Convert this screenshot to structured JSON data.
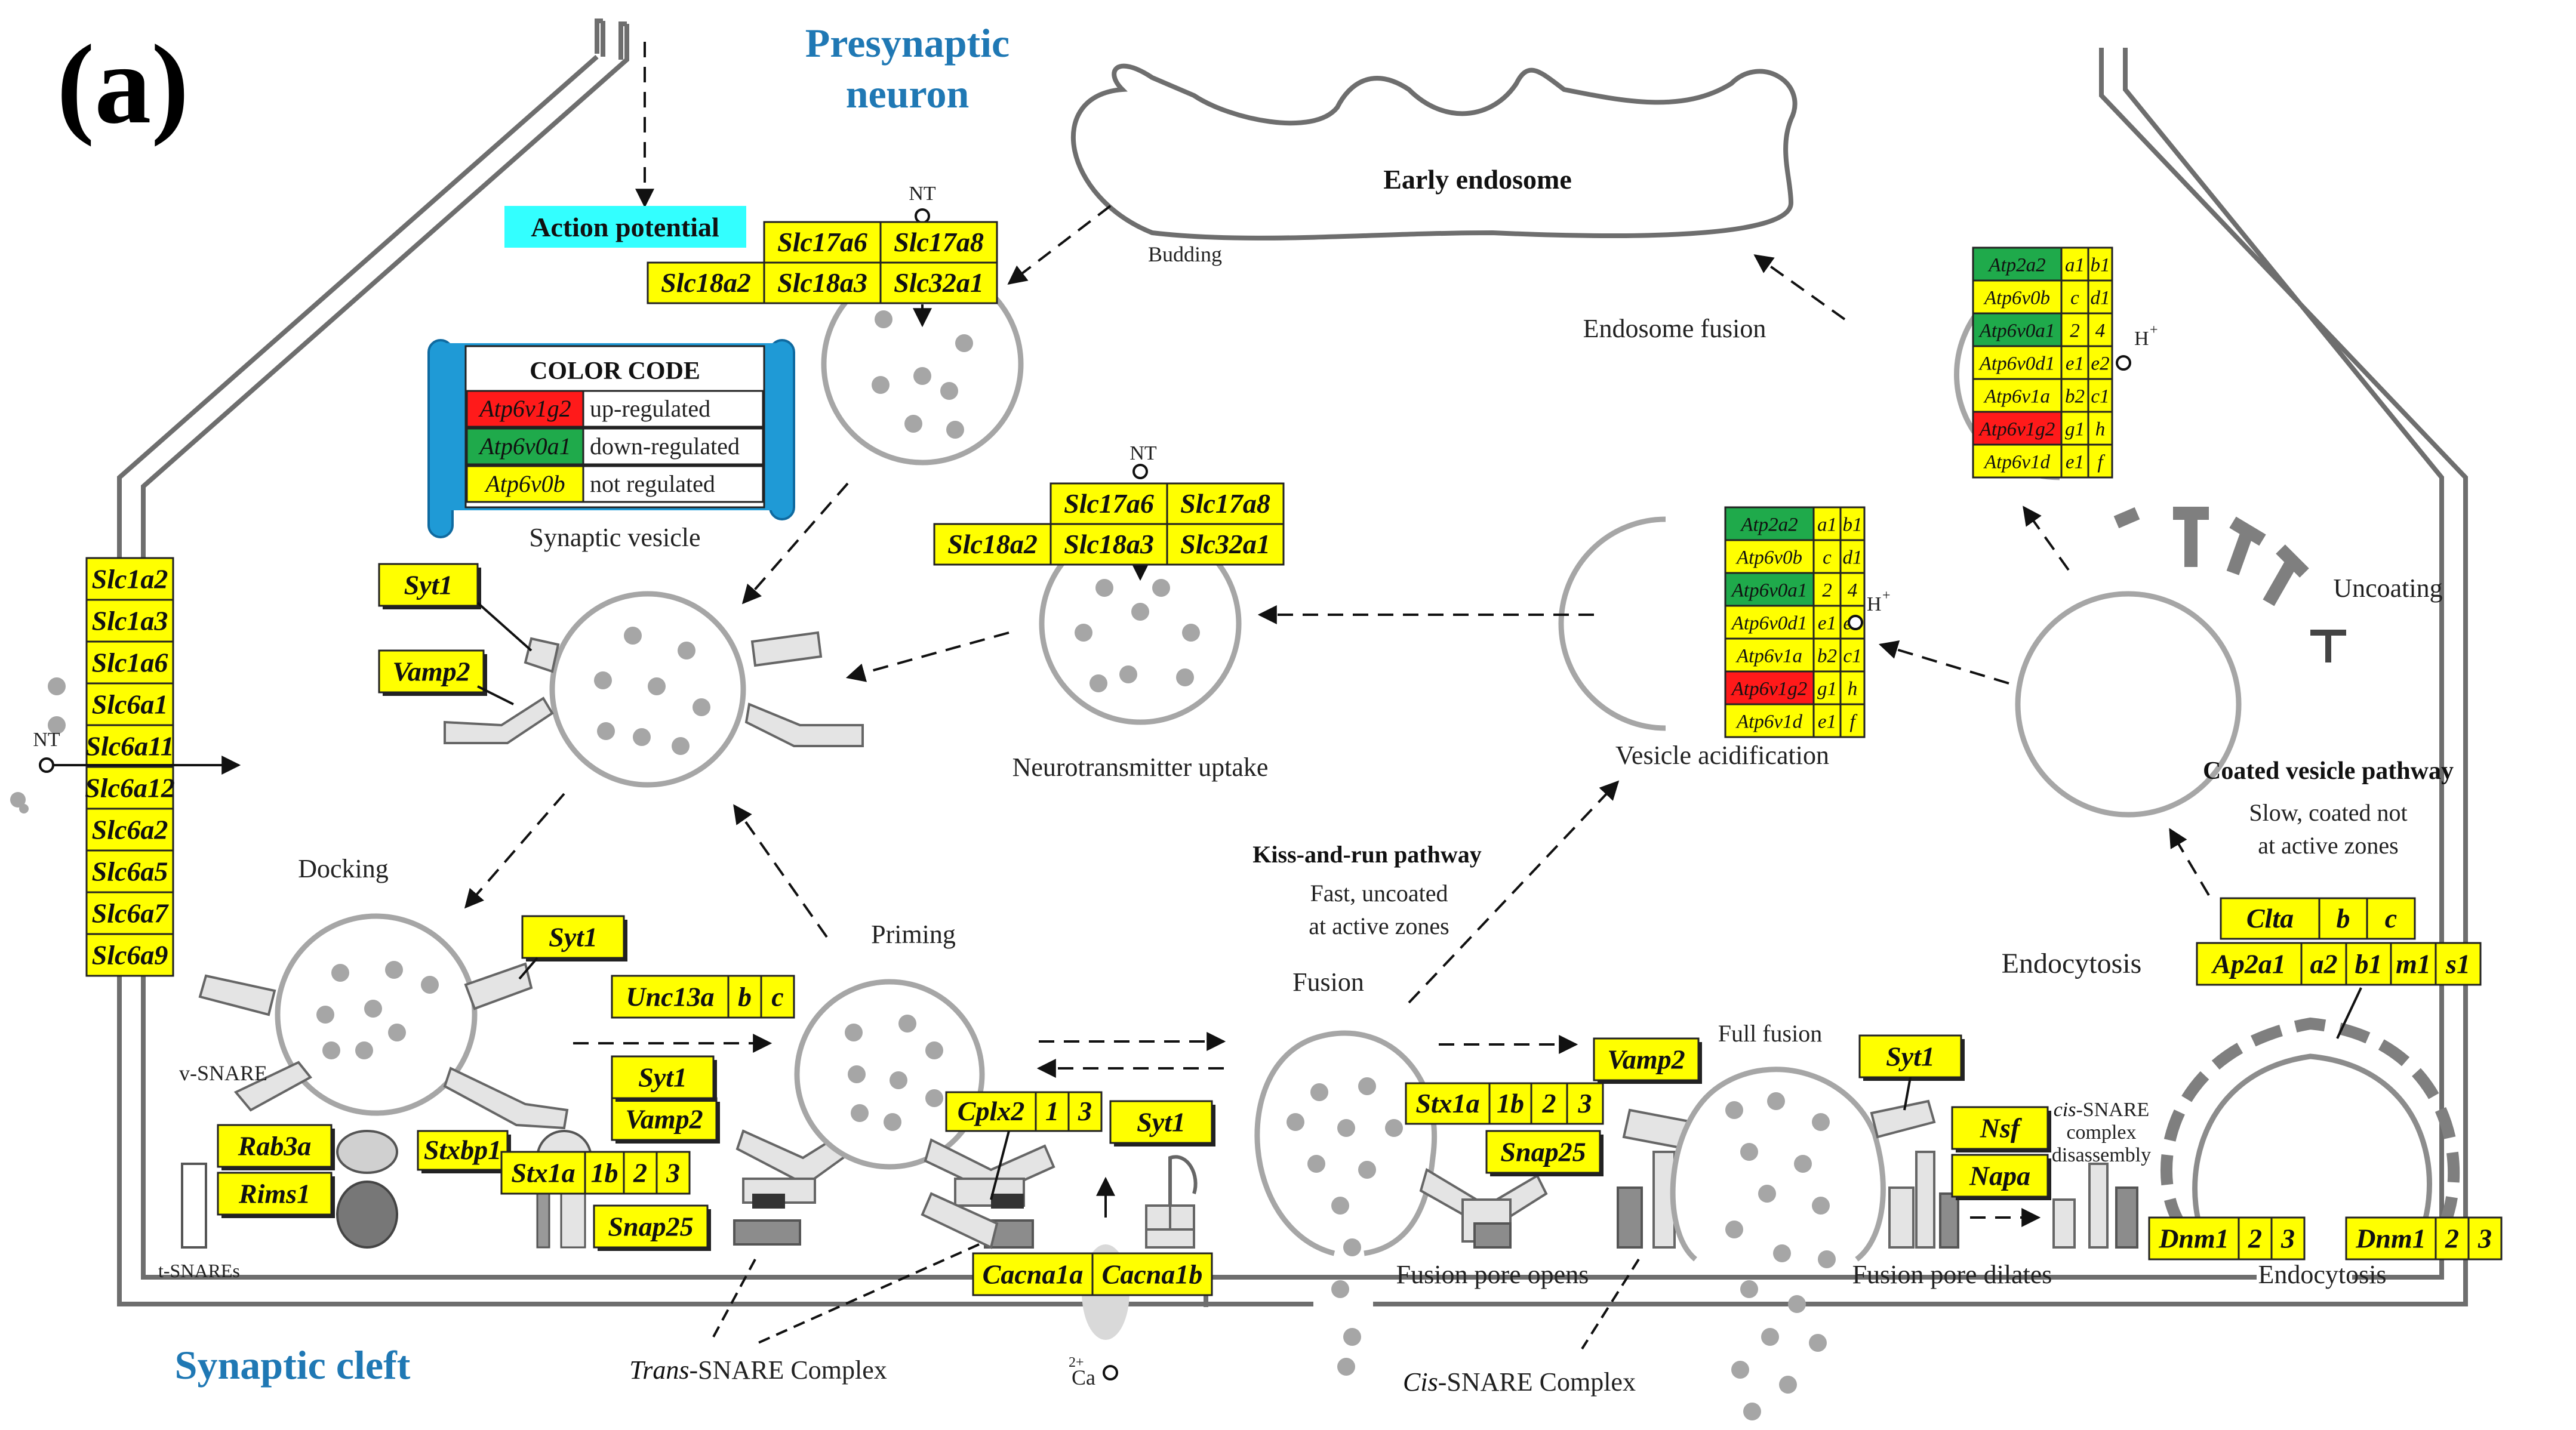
{
  "panel_label": "(a)",
  "titles": {
    "presynaptic_line1": "Presynaptic",
    "presynaptic_line2": "neuron",
    "synaptic_cleft": "Synaptic cleft"
  },
  "colors": {
    "up": "#ff1a1a",
    "down": "#1faa4b",
    "none": "#ffff00",
    "title_blue": "#1f78b4",
    "action_potential_bg": "#33ffff",
    "legend_scroll": "#1f9ad6"
  },
  "legend": {
    "title": "COLOR CODE",
    "rows": [
      {
        "gene": "Atp6v1g2",
        "status": "up",
        "label": "up-regulated"
      },
      {
        "gene": "Atp6v0a1",
        "status": "down",
        "label": "down-regulated"
      },
      {
        "gene": "Atp6v0b",
        "status": "none",
        "label": "not regulated"
      }
    ]
  },
  "labels": {
    "action_potential": "Action potential",
    "early_endosome": "Early endosome",
    "budding": "Budding",
    "endosome_fusion": "Endosome fusion",
    "synaptic_vesicle": "Synaptic vesicle",
    "neurotransmitter_uptake": "Neurotransmitter uptake",
    "vesicle_acidification": "Vesicle acidification",
    "uncoating": "Uncoating",
    "coated_vesicle_pathway": "Coated vesicle pathway",
    "coated_desc_1": "Slow, coated not",
    "coated_desc_2": "at active zones",
    "kiss_and_run": "Kiss-and-run pathway",
    "kiss_desc_1": "Fast, uncoated",
    "kiss_desc_2": "at active zones",
    "docking": "Docking",
    "priming": "Priming",
    "fusion": "Fusion",
    "full_fusion": "Full fusion",
    "endocytosis_upper": "Endocytosis",
    "endocytosis_lower": "Endocytosis",
    "v_snare": "v-SNARE",
    "t_snares": "t-SNAREs",
    "fusion_pore_opens": "Fusion pore opens",
    "fusion_pore_dilates": "Fusion pore dilates",
    "trans_snare_italic": "Trans",
    "trans_snare_rest": "-SNARE Complex",
    "cis_snare_italic": "Cis",
    "cis_snare_rest": "-SNARE Complex",
    "cis_disassembly_1": "cis",
    "cis_disassembly_1b": "-SNARE",
    "cis_disassembly_2": "complex",
    "cis_disassembly_3": "disassembly",
    "nt_top": "NT",
    "nt_mid": "NT",
    "nt_left": "NT",
    "h_plus_1": "H",
    "h_plus_2": "H",
    "plus": "+",
    "ca": "Ca",
    "ca_charge": "2+"
  },
  "genes": {
    "vglut_top": [
      [
        "Slc17a6",
        "Slc17a8"
      ],
      [
        "Slc18a2",
        "Slc18a3",
        "Slc32a1"
      ]
    ],
    "vglut_mid": [
      [
        "Slc17a6",
        "Slc17a8"
      ],
      [
        "Slc18a2",
        "Slc18a3",
        "Slc32a1"
      ]
    ],
    "transporters": [
      "Slc1a2",
      "Slc1a3",
      "Slc1a6",
      "Slc6a1",
      "Slc6a11",
      "Slc6a12",
      "Slc6a2",
      "Slc6a5",
      "Slc6a7",
      "Slc6a9"
    ],
    "vatpase": [
      {
        "gene": "Atp2a2",
        "status": "down",
        "s1": "a1",
        "s2": "b1"
      },
      {
        "gene": "Atp6v0b",
        "status": "none",
        "s1": "c",
        "s2": "d1"
      },
      {
        "gene": "Atp6v0a1",
        "status": "down",
        "s1": "2",
        "s2": "4"
      },
      {
        "gene": "Atp6v0d1",
        "status": "none",
        "s1": "e1",
        "s2": "e2"
      },
      {
        "gene": "Atp6v1a",
        "status": "none",
        "s1": "b2",
        "s2": "c1"
      },
      {
        "gene": "Atp6v1g2",
        "status": "up",
        "s1": "g1",
        "s2": "h"
      },
      {
        "gene": "Atp6v1d",
        "status": "none",
        "s1": "e1",
        "s2": "f"
      }
    ],
    "syt1": "Syt1",
    "vamp2": "Vamp2",
    "unc13a": [
      "Unc13a",
      "b",
      "c"
    ],
    "rab3a": "Rab3a",
    "rims1": "Rims1",
    "stxbp1": "Stxbp1",
    "stx1a": [
      "Stx1a",
      "1b",
      "2",
      "3"
    ],
    "snap25": "Snap25",
    "cplx2": [
      "Cplx2",
      "1",
      "3"
    ],
    "cacna": [
      "Cacna1a",
      "Cacna1b"
    ],
    "nsf": "Nsf",
    "napa": "Napa",
    "clta": [
      "Clta",
      "b",
      "c"
    ],
    "ap2": [
      "Ap2a1",
      "a2",
      "b1",
      "m1",
      "s1"
    ],
    "dnm1": [
      "Dnm1",
      "2",
      "3"
    ]
  }
}
